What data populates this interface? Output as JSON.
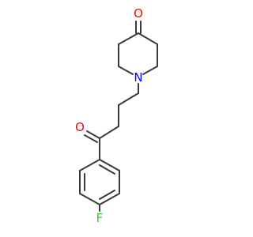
{
  "molecule": {
    "colors": {
      "bond": "#3a3a3a",
      "oxygen": "#ff0000",
      "nitrogen": "#0000ff",
      "fluorine": "#33cc33"
    },
    "atoms": {
      "ketone_oxygen_top": "O",
      "piperidine_nitrogen": "N",
      "ketone_oxygen_chain": "O",
      "fluorine": "F"
    }
  }
}
